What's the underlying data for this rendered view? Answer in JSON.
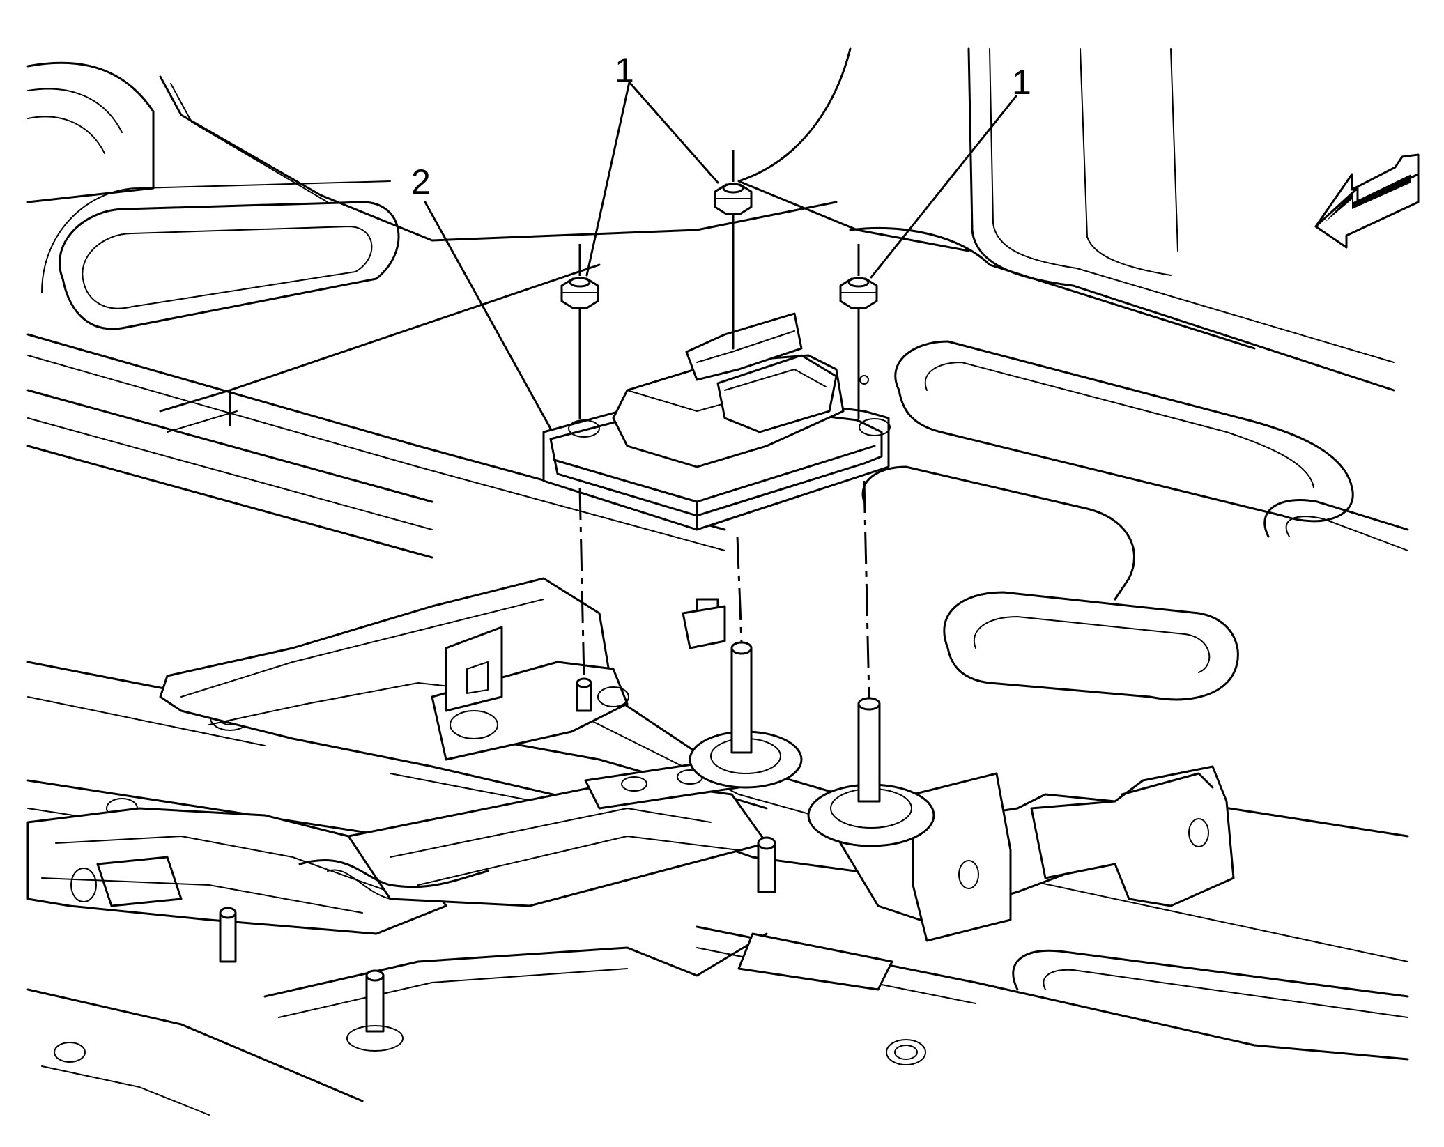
{
  "callouts": {
    "nuts": "1",
    "nuts_right": "1",
    "module": "2"
  },
  "icons": {
    "direction_arrow": "front-direction-arrow-icon"
  },
  "colors": {
    "ink": "#000000",
    "paper": "#ffffff"
  }
}
